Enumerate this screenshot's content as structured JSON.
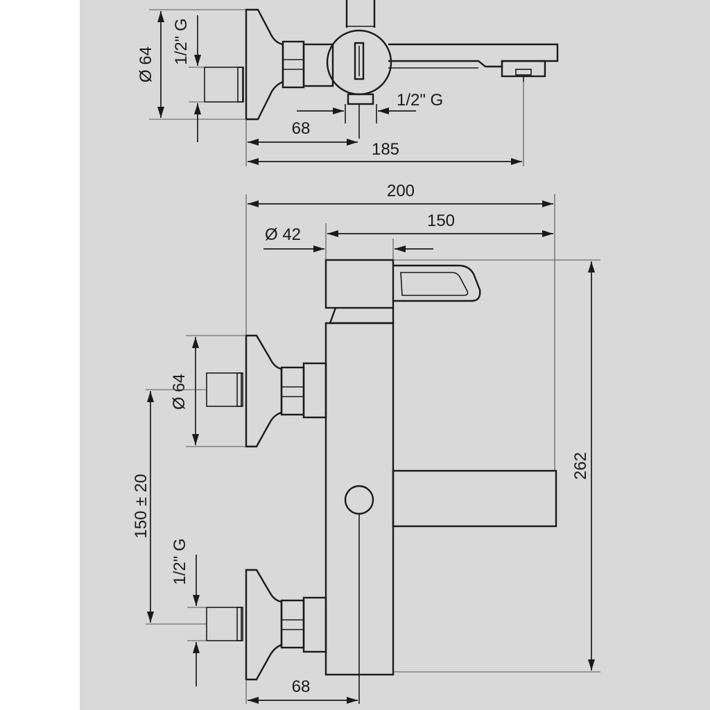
{
  "colors": {
    "background": "#d9d9d9",
    "line": "#1a1a1a",
    "margin": "#ffffff"
  },
  "top_view": {
    "dim_diameter_wall": "Ø 64",
    "dim_thread_left": "1/2\" G",
    "dim_thread_outlet": "1/2\" G",
    "dim_68": "68",
    "dim_185": "185"
  },
  "front_view": {
    "dim_200": "200",
    "dim_150": "150",
    "dim_diameter_42": "Ø 42",
    "dim_diameter_64": "Ø 64",
    "dim_150_tol": "150 ± 20",
    "dim_thread_bottom": "1/2\" G",
    "dim_262": "262",
    "dim_68": "68"
  }
}
